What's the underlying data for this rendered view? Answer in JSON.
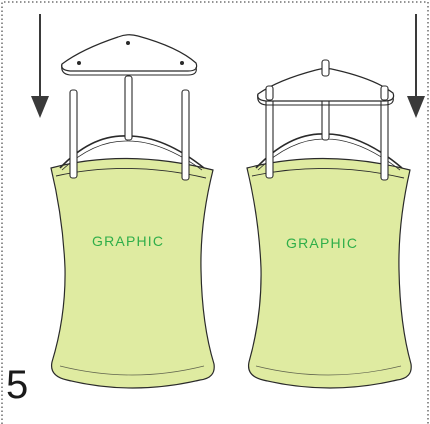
{
  "step": {
    "number": "5"
  },
  "left_unit": {
    "graphic_text": "GRAPHIC"
  },
  "right_unit": {
    "graphic_text": "GRAPHIC"
  },
  "colors": {
    "fabric_fill": "#dfeba1",
    "graphic_text": "#2fae49",
    "line": "#2a2a2a",
    "arrow": "#3a3a3a",
    "frame_border": "#555555"
  }
}
